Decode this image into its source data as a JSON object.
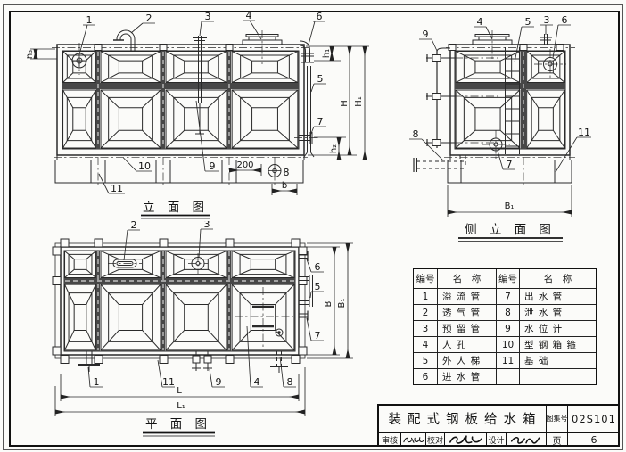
{
  "drawing_views": {
    "elevation": {
      "title": "立 面 图",
      "callouts": {
        "c1": "1",
        "c2": "2",
        "c3": "3",
        "c4": "4",
        "c5": "5",
        "c6": "6",
        "c7": "7",
        "c8": "8",
        "c9": "9",
        "c10": "10",
        "c11": "11"
      },
      "dims": {
        "d200": "200",
        "b": "b",
        "h1": "h₁",
        "h2": "h₂",
        "h3": "h₃",
        "H": "H",
        "H1": "H₁"
      }
    },
    "side_elevation": {
      "title": "侧 立 面 图",
      "callouts": {
        "c3": "3",
        "c4": "4",
        "c5": "5",
        "c6": "6",
        "c7": "7",
        "c8": "8",
        "c9": "9",
        "c11": "11"
      },
      "dims": {
        "B1": "B₁"
      }
    },
    "plan": {
      "title": "平 面 图",
      "callouts": {
        "c1": "1",
        "c2": "2",
        "c3": "3",
        "c4": "4",
        "c5": "5",
        "c6": "6",
        "c7": "7",
        "c8": "8",
        "c9": "9",
        "c11": "11"
      },
      "dims": {
        "L": "L",
        "L1": "L₁",
        "B": "B",
        "B1": "B₁"
      }
    }
  },
  "parts_table": {
    "headers": [
      "编号",
      "名　称",
      "编号",
      "名　称"
    ],
    "rows": [
      [
        "1",
        "溢 流 管",
        "7",
        "出 水 管"
      ],
      [
        "2",
        "透 气 管",
        "8",
        "泄 水 管"
      ],
      [
        "3",
        "预 留 管",
        "9",
        "水 位 计"
      ],
      [
        "4",
        "人 孔",
        "10",
        "型 钢 箱 箍"
      ],
      [
        "5",
        "外 人 梯",
        "11",
        "基 础"
      ],
      [
        "6",
        "进 水 管",
        "",
        ""
      ]
    ]
  },
  "title_block": {
    "drawing_title": "装配式钢板给水箱",
    "atlas_label": "图集号",
    "atlas_number": "02S101",
    "page_label": "页",
    "page_number": "6",
    "reviewer_label": "审核",
    "checker_label": "校对",
    "designer_label": "设计"
  }
}
